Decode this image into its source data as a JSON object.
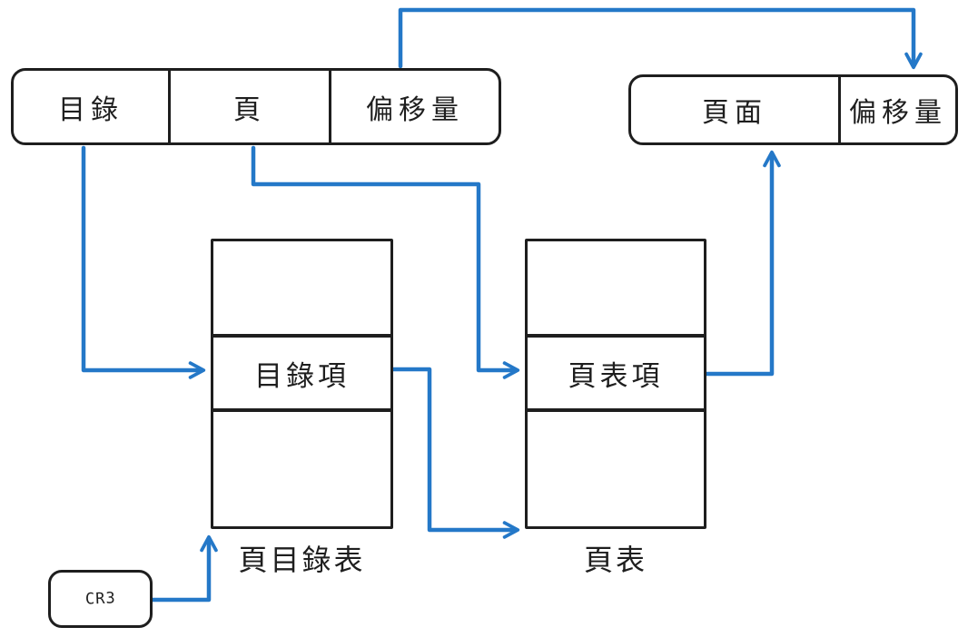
{
  "colors": {
    "stroke": "#1e1e1e",
    "arrow": "#2478c8",
    "background": "#ffffff"
  },
  "virtual_address_box": {
    "cells": [
      {
        "label": "目錄"
      },
      {
        "label": "頁"
      },
      {
        "label": "偏移量"
      }
    ]
  },
  "physical_address_box": {
    "cells": [
      {
        "label": "頁面"
      },
      {
        "label": "偏移量"
      }
    ]
  },
  "page_directory_table": {
    "entry_label": "目錄項",
    "caption": "頁目錄表"
  },
  "page_table": {
    "entry_label": "頁表項",
    "caption": "頁表"
  },
  "cr3_register": {
    "label": "CR3"
  }
}
